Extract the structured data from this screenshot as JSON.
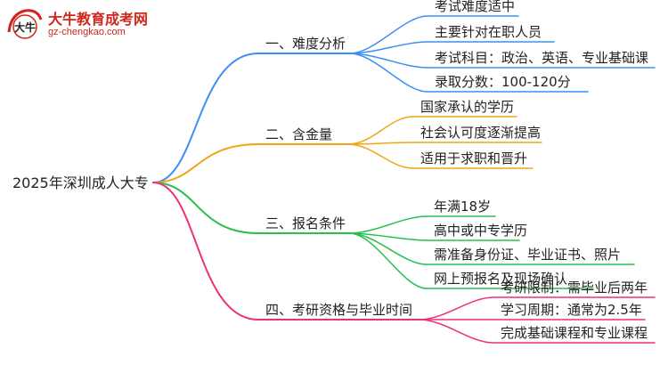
{
  "logo": {
    "title": "大牛教育成考网",
    "url": "gz-chengkao.com",
    "mark_text": "大牛",
    "brand_color": "#d0261c"
  },
  "root": {
    "label": "2025年深圳成人大专"
  },
  "branches": [
    {
      "label": "一、难度分析",
      "color": "#3b8ff5",
      "children": [
        "考试难度适中",
        "主要针对在职人员",
        "考试科目：政治、英语、专业基础课",
        "录取分数：100-120分"
      ]
    },
    {
      "label": "二、含金量",
      "color": "#f2a416",
      "children": [
        "国家承认的学历",
        "社会认可度逐渐提高",
        "适用于求职和晋升"
      ]
    },
    {
      "label": "三、报名条件",
      "color": "#27c04b",
      "children": [
        "年满18岁",
        "高中或中专学历",
        "需准备身份证、毕业证书、照片",
        "网上预报名及现场确认"
      ]
    },
    {
      "label": "四、考研资格与毕业时间",
      "color": "#ee2f7a",
      "children": [
        "考研限制：需毕业后两年",
        "学习周期：通常为2.5年",
        "完成基础课程和专业课程"
      ]
    }
  ]
}
